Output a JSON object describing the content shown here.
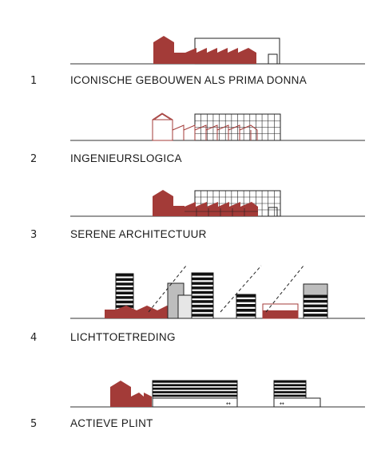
{
  "rows": [
    {
      "number": "1",
      "label": "ICONISCHE  GEBOUWEN ALS PRIMA DONNA"
    },
    {
      "number": "2",
      "label": "INGENIEURSLOGICA"
    },
    {
      "number": "3",
      "label": "SERENE ARCHITECTUUR"
    },
    {
      "number": "4",
      "label": "LICHTTOETREDING"
    },
    {
      "number": "5",
      "label": "ACTIEVE PLINT"
    }
  ],
  "colors": {
    "accent_red": "#a33b38",
    "ink": "#222222"
  }
}
